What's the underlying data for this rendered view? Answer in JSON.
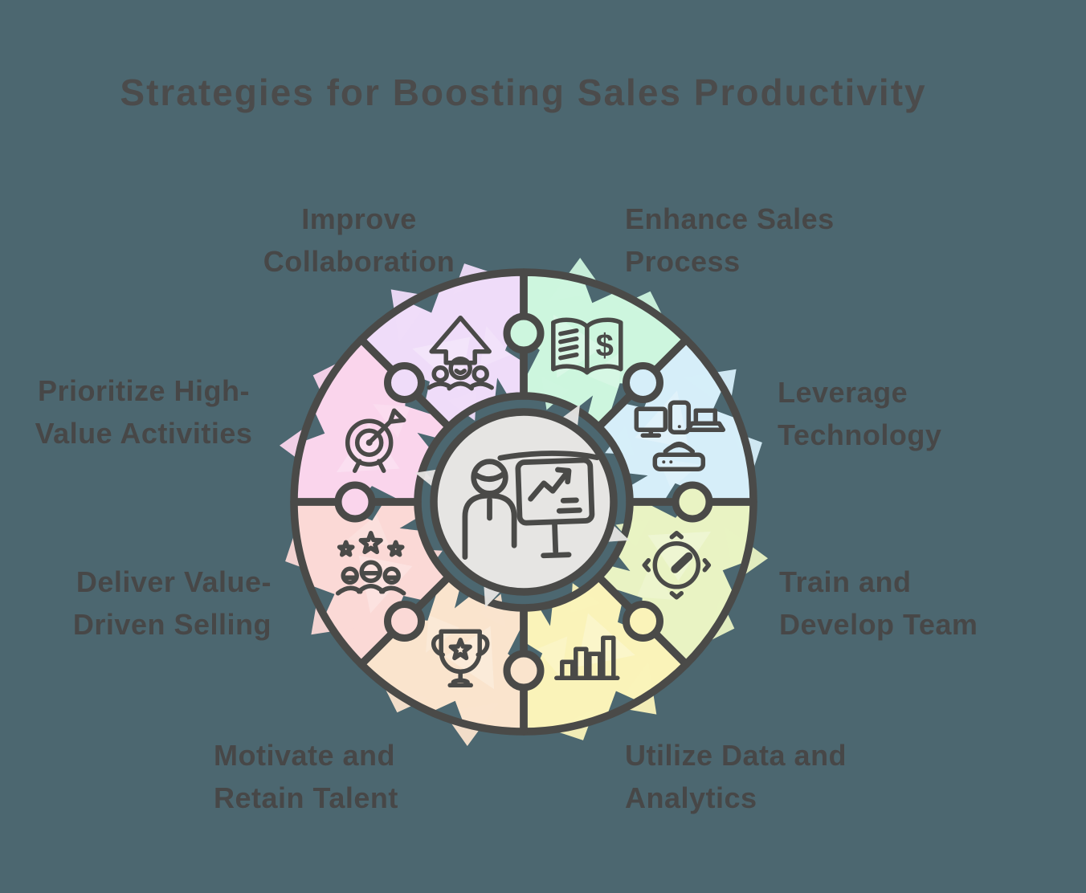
{
  "title": "Strategies for Boosting Sales Productivity",
  "colors": {
    "background": "#4c6770",
    "outline": "#4a4a48",
    "text": "#474747",
    "title_text": "#4b4b4b",
    "center_fill": "#e6e5e3"
  },
  "center": {
    "icon": "presenter-board-icon"
  },
  "segments": [
    {
      "id": "enhance-sales-process",
      "label_lines": [
        "Enhance Sales",
        "Process"
      ],
      "color": "#cdf6de",
      "icon": "book-dollar-icon"
    },
    {
      "id": "leverage-technology",
      "label_lines": [
        "Leverage",
        "Technology"
      ],
      "color": "#d6eef9",
      "icon": "devices-icon"
    },
    {
      "id": "train-develop-team",
      "label_lines": [
        "Train and",
        "Develop Team"
      ],
      "color": "#e9f3c3",
      "icon": "gauge-icon"
    },
    {
      "id": "utilize-data-analytics",
      "label_lines": [
        "Utilize Data and",
        "Analytics"
      ],
      "color": "#faf3b9",
      "icon": "bar-chart-icon"
    },
    {
      "id": "motivate-retain-talent",
      "label_lines": [
        "Motivate and",
        "Retain Talent"
      ],
      "color": "#fae4cd",
      "icon": "trophy-icon"
    },
    {
      "id": "deliver-value-driven-selling",
      "label_lines": [
        "Deliver Value-",
        "Driven Selling"
      ],
      "color": "#fbd9d6",
      "icon": "team-stars-icon"
    },
    {
      "id": "prioritize-high-value-activities",
      "label_lines": [
        "Prioritize High-",
        "Value Activities"
      ],
      "color": "#fad5ec",
      "icon": "target-dart-icon"
    },
    {
      "id": "improve-collaboration",
      "label_lines": [
        "Improve",
        "Collaboration"
      ],
      "color": "#efdcf9",
      "icon": "growth-team-icon"
    }
  ]
}
